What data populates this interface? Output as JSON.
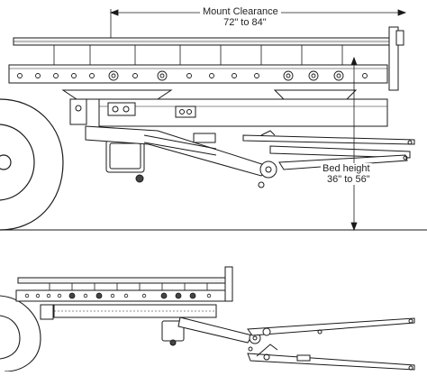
{
  "annotations": {
    "mount_clearance_title": "Mount Clearance",
    "mount_clearance_value": "72\" to 84\"",
    "bed_height_title": "Bed height",
    "bed_height_value": "36\" to 56\""
  },
  "colors": {
    "line": "#1a1a1a",
    "fill_light": "#f2f2f2",
    "fill_dark": "#444444"
  },
  "icons": [
    "wheel-icon",
    "hydraulic-cylinder-icon",
    "frame-rail-icon"
  ]
}
